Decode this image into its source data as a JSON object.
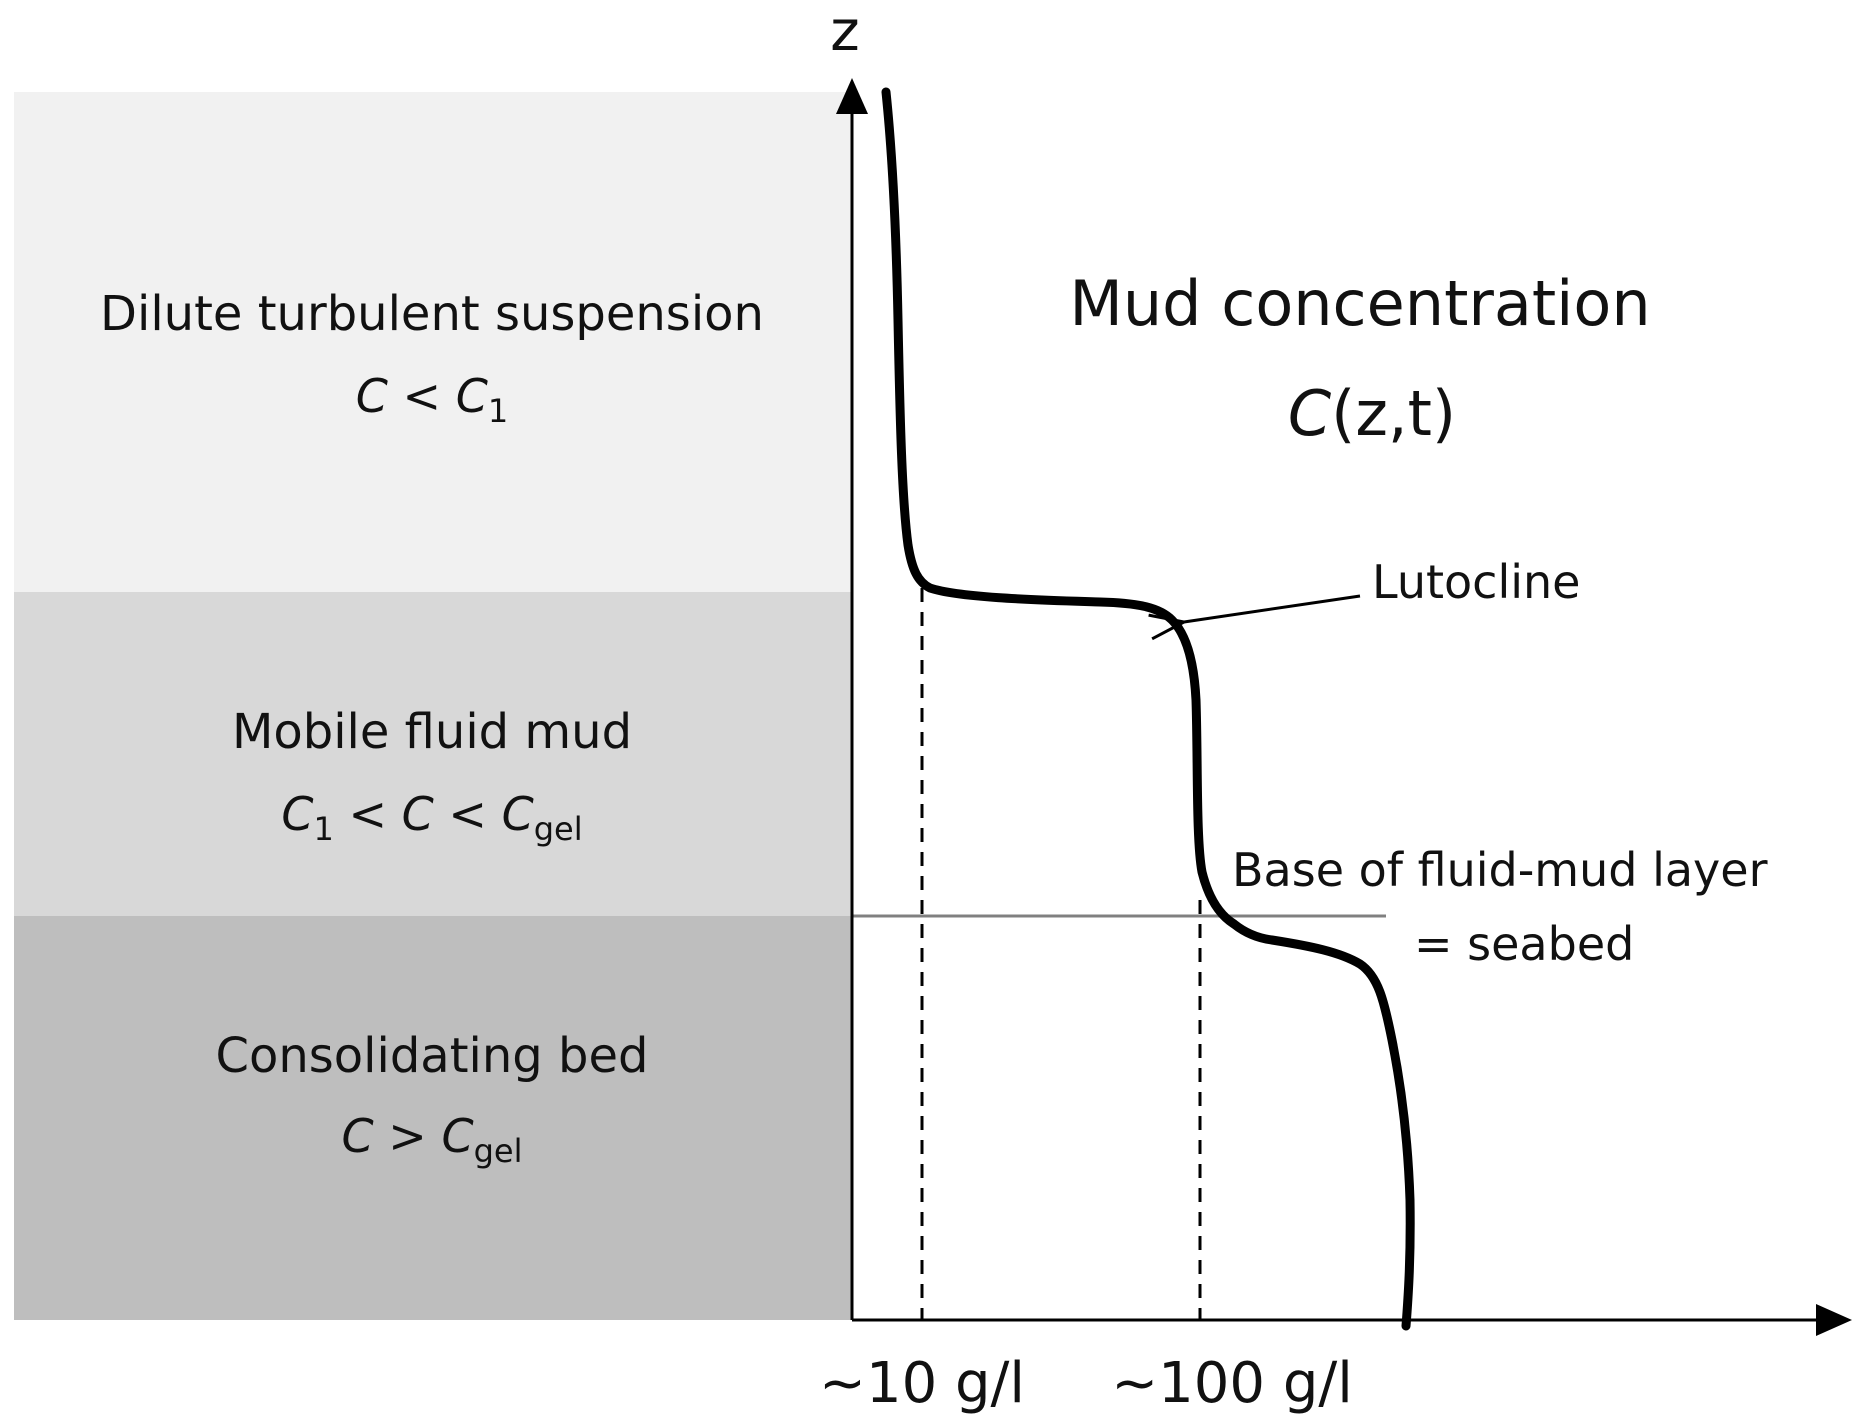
{
  "colors": {
    "zone_upper": "#f1f1f1",
    "zone_middle": "#d8d8d8",
    "zone_lower": "#bebebe",
    "profile": "#000000",
    "seabed_line": "#808080"
  },
  "axis": {
    "z_label": "z",
    "tick_10": "~10 g/l",
    "tick_100": "~100 g/l"
  },
  "zones": {
    "upper": {
      "name": "Dilute turbulent suspension",
      "f1": "C",
      "f2": " < ",
      "f3": "C",
      "f4": "1"
    },
    "middle": {
      "name": "Mobile fluid mud",
      "f1": "C",
      "f2": "1",
      "f3": " < ",
      "f4": "C",
      "f5": " < ",
      "f6": "C",
      "f7": "gel"
    },
    "lower": {
      "name": "Consolidating bed",
      "f1": "C",
      "f2": " > ",
      "f3": "C",
      "f4": "gel"
    }
  },
  "profile_label": {
    "line1": "Mud concentration",
    "line2_c": "C",
    "line2_rest": "(z,t)"
  },
  "annotations": {
    "lutocline": "Lutocline",
    "base_line1": "Base of fluid-mud layer",
    "base_line2": "= seabed"
  }
}
